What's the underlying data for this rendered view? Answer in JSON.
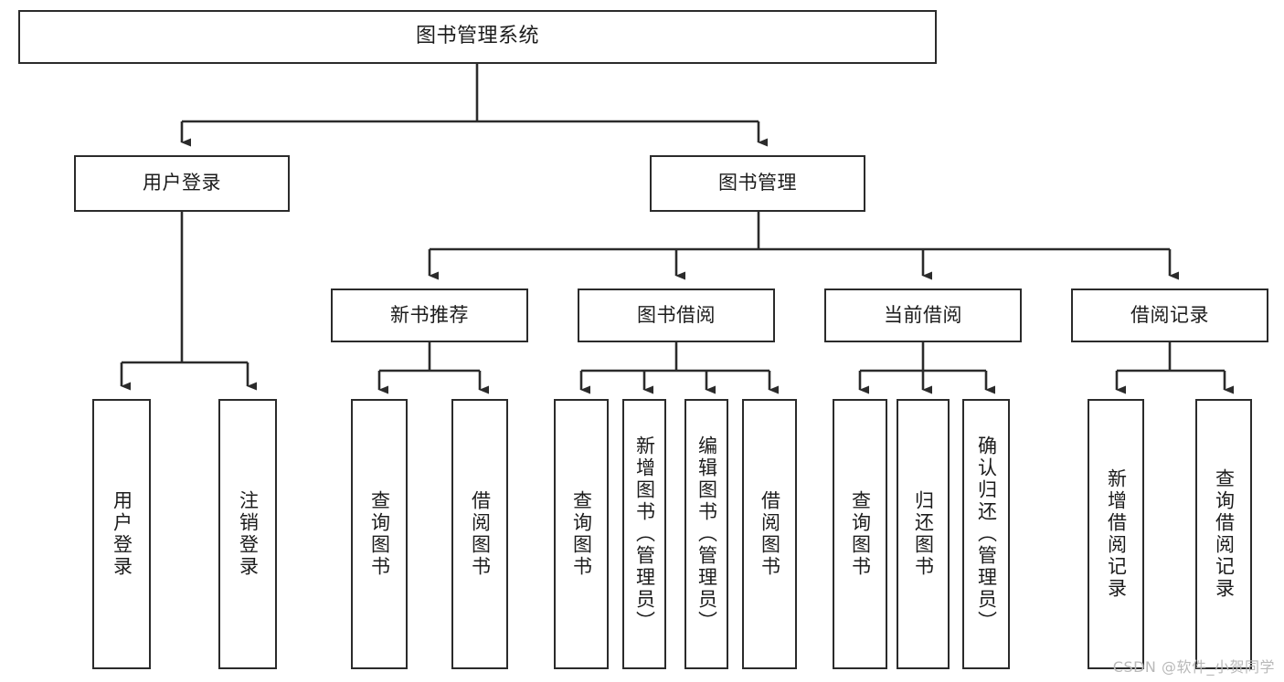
{
  "diagram": {
    "title": "图书管理系统",
    "type": "tree-hierarchy",
    "stroke_color": "#2b2b2b",
    "fill_color": "#ffffff",
    "text_color": "#1c1c1c"
  },
  "nodes": {
    "root": {
      "label": "图书管理系统"
    },
    "level2": [
      {
        "id": "user-login",
        "label": "用户登录"
      },
      {
        "id": "book-manage",
        "label": "图书管理"
      }
    ],
    "level3": [
      {
        "id": "new-book-recommend",
        "label": "新书推荐"
      },
      {
        "id": "book-borrow",
        "label": "图书借阅"
      },
      {
        "id": "current-borrow",
        "label": "当前借阅"
      },
      {
        "id": "borrow-record",
        "label": "借阅记录"
      }
    ],
    "leaves": {
      "user_login": [
        {
          "id": "leaf-user-login",
          "label": "用户登录"
        },
        {
          "id": "leaf-logout-login",
          "label": "注销登录"
        }
      ],
      "new_book_recommend": [
        {
          "id": "leaf-query-book-1",
          "label": "查询图书"
        },
        {
          "id": "leaf-borrow-book-1",
          "label": "借阅图书"
        }
      ],
      "book_borrow": [
        {
          "id": "leaf-query-book-2",
          "label": "查询图书"
        },
        {
          "id": "leaf-add-book",
          "label": "新增图书（管理员）"
        },
        {
          "id": "leaf-edit-book",
          "label": "编辑图书（管理员）"
        },
        {
          "id": "leaf-borrow-book-2",
          "label": "借阅图书"
        }
      ],
      "current_borrow": [
        {
          "id": "leaf-query-book-3",
          "label": "查询图书"
        },
        {
          "id": "leaf-return-book",
          "label": "归还图书"
        },
        {
          "id": "leaf-confirm-return",
          "label": "确认归还（管理员）"
        }
      ],
      "borrow_record": [
        {
          "id": "leaf-add-record",
          "label": "新增借阅记录"
        },
        {
          "id": "leaf-query-record",
          "label": "查询借阅记录"
        }
      ]
    }
  },
  "watermark": {
    "text": "CSDN @软件_小贺同学"
  }
}
